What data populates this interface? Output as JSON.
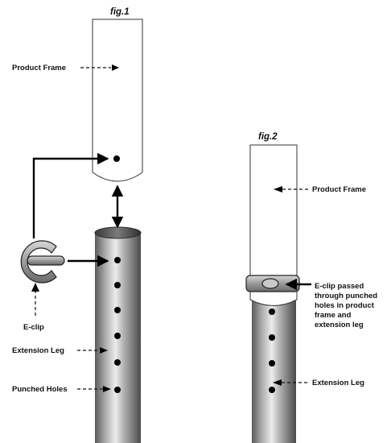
{
  "fig1": {
    "title": "fig.1",
    "labels": {
      "product_frame": "Product Frame",
      "e_clip": "E-clip",
      "extension_leg": "Extension Leg",
      "punched_holes": "Punched Holes"
    }
  },
  "fig2": {
    "title": "fig.2",
    "labels": {
      "product_frame": "Product Frame",
      "e_clip_passed": [
        "E-clip passed",
        "through punched",
        "holes in product",
        "frame and",
        "extension leg"
      ],
      "extension_leg": "Extension Leg"
    }
  }
}
